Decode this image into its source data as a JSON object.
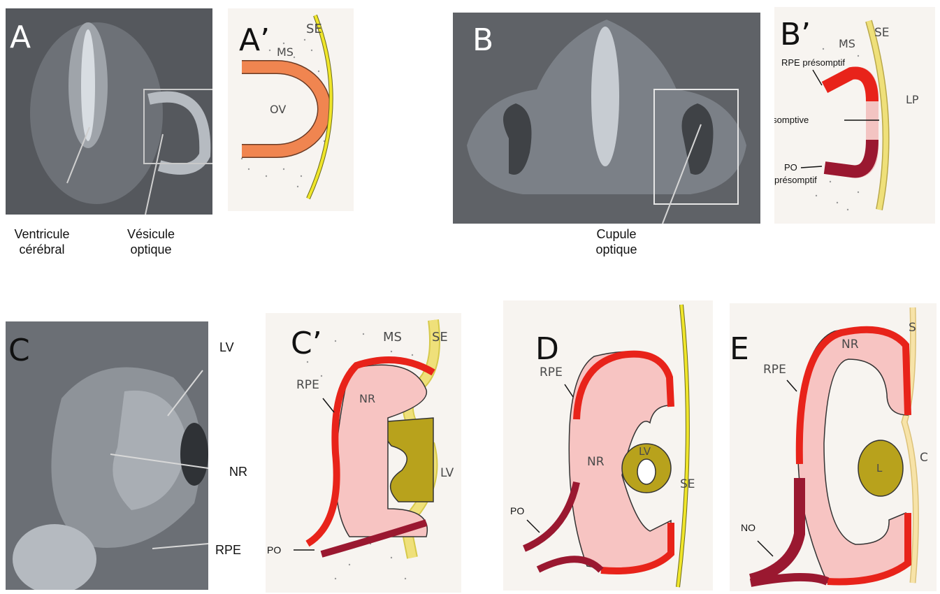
{
  "panels": {
    "A": {
      "letter": "A",
      "labels": [
        "Ventricule",
        "cérébral",
        "Vésicule",
        "optique"
      ]
    },
    "A_prime": {
      "letter": "A’",
      "ms": "MS",
      "se": "SE",
      "ov": "OV"
    },
    "B": {
      "letter": "B",
      "labels": [
        "Cupule",
        "optique"
      ]
    },
    "B_prime": {
      "letter": "B’",
      "ms": "MS",
      "se": "SE",
      "lp": "LP",
      "rpe": "RPE présomptif",
      "nr": "NR présomptive",
      "po": "PO",
      "po2": "présomptif"
    },
    "C": {
      "letter": "C",
      "lv": "LV",
      "nr": "NR",
      "rpe": "RPE"
    },
    "C_prime": {
      "letter": "C’",
      "ms": "MS",
      "se": "SE",
      "rpe": "RPE",
      "nr": "NR",
      "lv": "LV",
      "po": "PO"
    },
    "D": {
      "letter": "D",
      "rpe": "RPE",
      "nr": "NR",
      "lv": "LV",
      "se": "SE",
      "po": "PO"
    },
    "E": {
      "letter": "E",
      "rpe": "RPE",
      "nr": "NR",
      "s": "S",
      "c": "C",
      "l": "L",
      "no": "NO"
    }
  },
  "colors": {
    "rpe_red": "#e8231a",
    "po_dark": "#9a1830",
    "nr_pink": "#f7c4c2",
    "lens_olive": "#b8a21c",
    "se_yellow": "#f0e62a",
    "ov_orange": "#f08550"
  }
}
